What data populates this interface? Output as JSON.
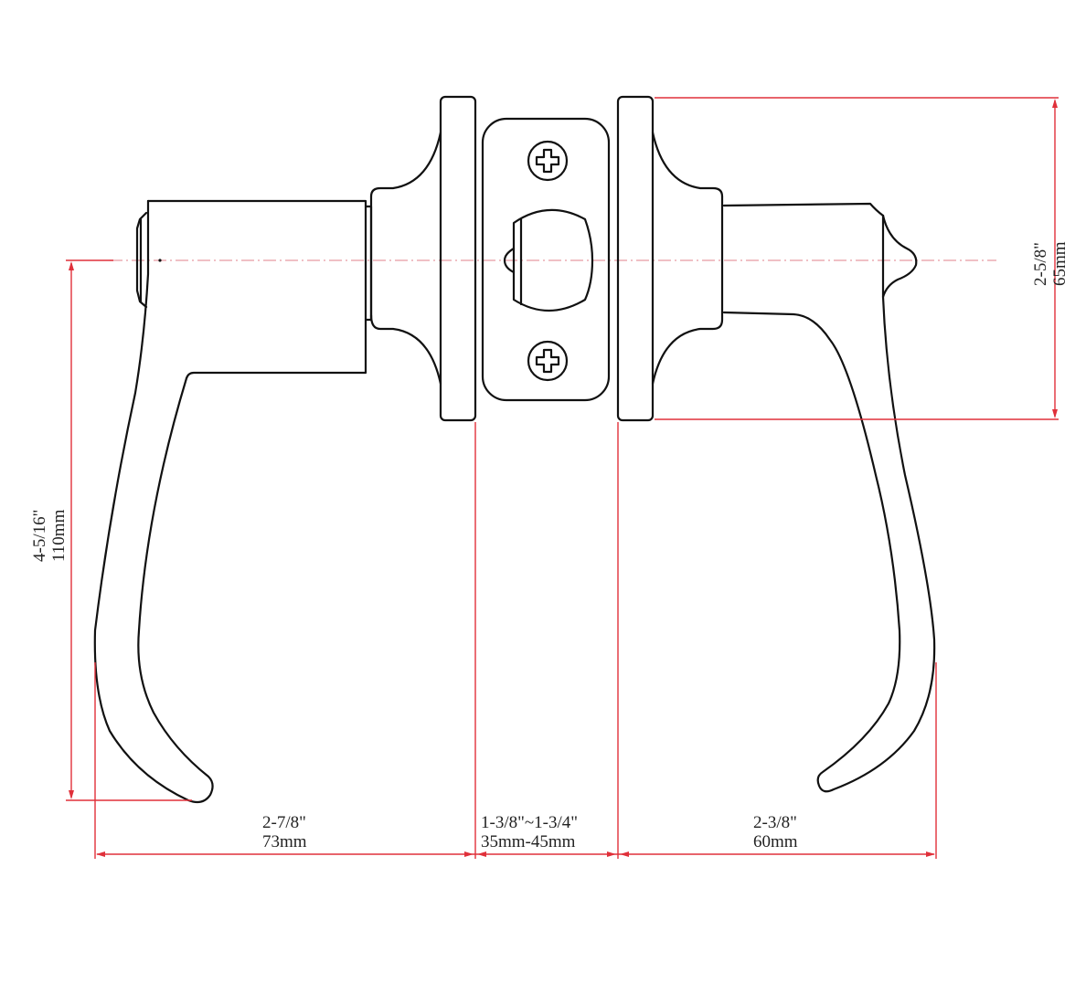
{
  "drawing": {
    "subject": "Lever door handle set with latch plate",
    "colors": {
      "outline": "#111111",
      "dimension": "#e0303a",
      "centerline": "#e89aa2",
      "background": "#ffffff"
    }
  },
  "dimensions": {
    "left_lever_length": {
      "imperial": "2-7/8\"",
      "metric": "73mm"
    },
    "door_thickness": {
      "imperial": "1-3/8\"~1-3/4\"",
      "metric": "35mm-45mm"
    },
    "right_lever_length": {
      "imperial": "2-3/8\"",
      "metric": "60mm"
    },
    "lever_drop_height": {
      "imperial": "4-5/16\"",
      "metric": "110mm"
    },
    "rosette_diameter": {
      "imperial": "2-5/8\"",
      "metric": "65mm"
    }
  },
  "parts": {
    "left_lever": "left-lever-handle",
    "left_rosette": "left-rosette",
    "latch_plate": "latch-faceplate",
    "right_rosette": "right-rosette",
    "right_lever": "right-lever-handle",
    "screws": [
      "top-screw",
      "bottom-screw"
    ]
  }
}
